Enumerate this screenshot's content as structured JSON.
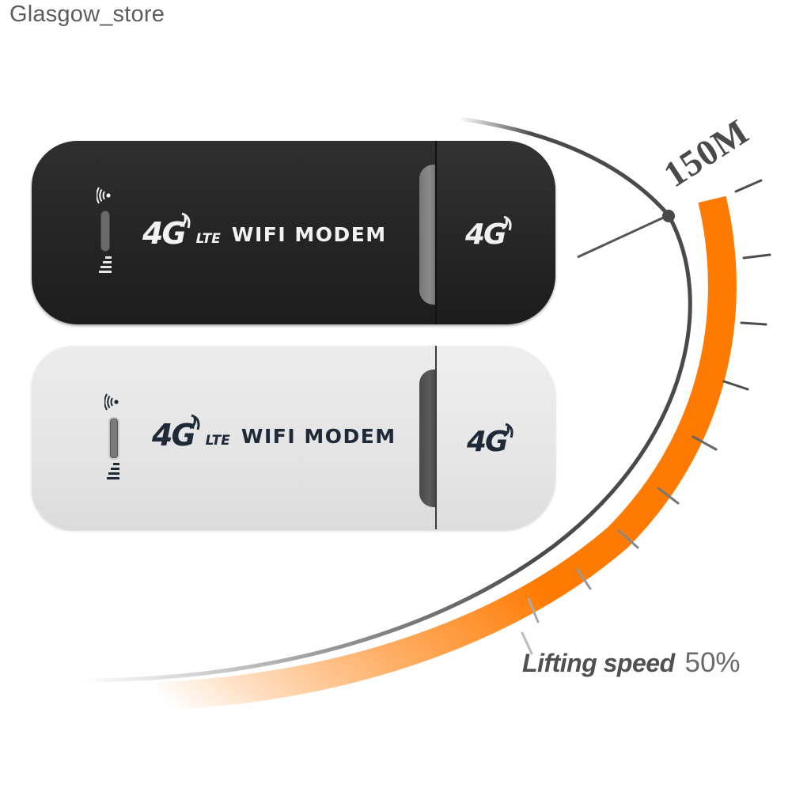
{
  "store_name": "Glasgow_store",
  "dial": {
    "max_speed_label": "150M",
    "colors": {
      "needle_arc": "#4a4a4a",
      "speed_arc": "#ff7a00",
      "ticks": "#555555"
    }
  },
  "products": [
    {
      "variant": "black",
      "body_color": "#262626",
      "text_color": "#f2f2f2",
      "brand": {
        "network": "4G",
        "tech": "LTE",
        "name": "WIFI MODEM"
      },
      "cap_logo": "4G",
      "indicators": [
        "wifi-signal",
        "status-led",
        "signal-bars"
      ]
    },
    {
      "variant": "white",
      "body_color": "#e5e5e5",
      "text_color": "#1e2a38",
      "brand": {
        "network": "4G",
        "tech": "LTE",
        "name": "WIFI MODEM"
      },
      "cap_logo": "4G",
      "indicators": [
        "wifi-signal",
        "status-led",
        "signal-bars"
      ]
    }
  ],
  "tagline": {
    "label": "Lifting speed",
    "value": "50%"
  }
}
